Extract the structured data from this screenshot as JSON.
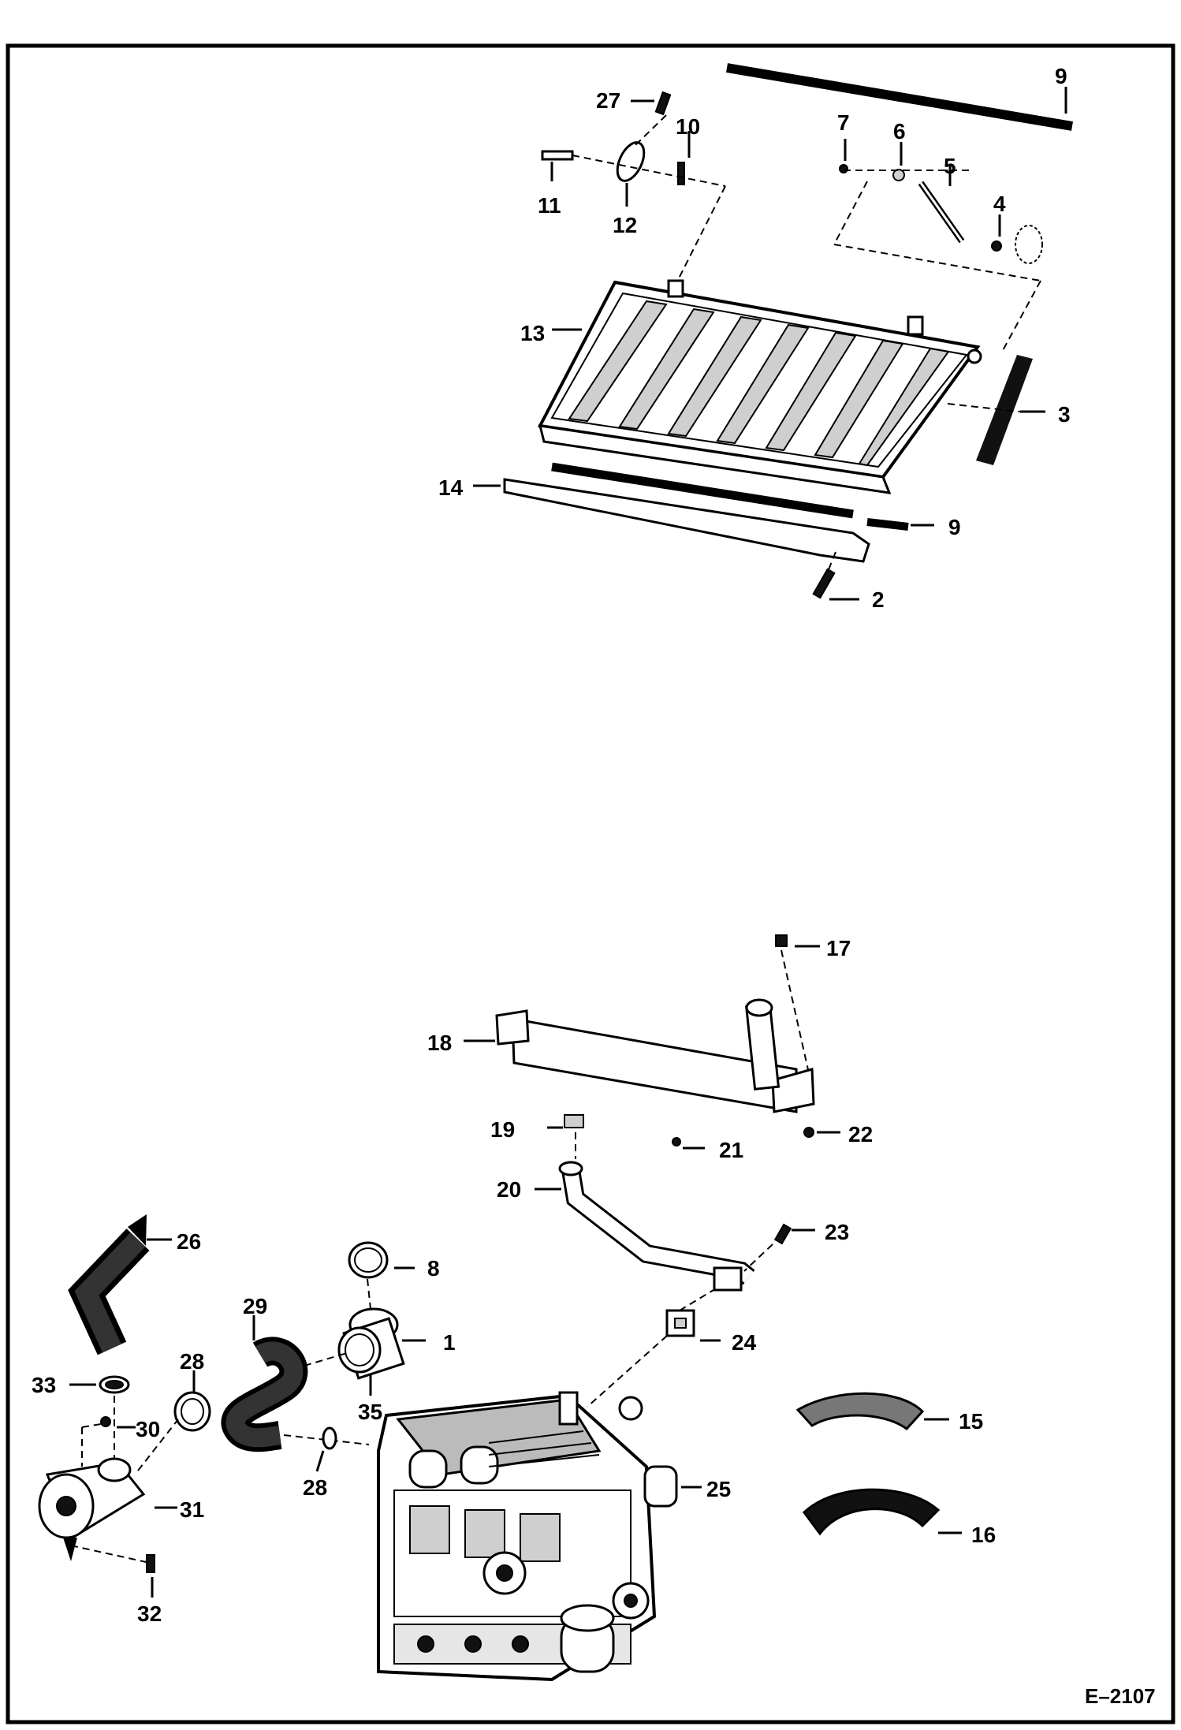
{
  "figure_code": "E–2107",
  "callouts": [
    {
      "id": "c1",
      "text": "1"
    },
    {
      "id": "c2",
      "text": "2"
    },
    {
      "id": "c3",
      "text": "3"
    },
    {
      "id": "c4",
      "text": "4"
    },
    {
      "id": "c5",
      "text": "5"
    },
    {
      "id": "c6",
      "text": "6"
    },
    {
      "id": "c7",
      "text": "7"
    },
    {
      "id": "c8",
      "text": "8"
    },
    {
      "id": "c9a",
      "text": "9"
    },
    {
      "id": "c9b",
      "text": "9"
    },
    {
      "id": "c10",
      "text": "10"
    },
    {
      "id": "c11",
      "text": "11"
    },
    {
      "id": "c12",
      "text": "12"
    },
    {
      "id": "c13",
      "text": "13"
    },
    {
      "id": "c14",
      "text": "14"
    },
    {
      "id": "c15",
      "text": "15"
    },
    {
      "id": "c16",
      "text": "16"
    },
    {
      "id": "c17",
      "text": "17"
    },
    {
      "id": "c18",
      "text": "18"
    },
    {
      "id": "c19",
      "text": "19"
    },
    {
      "id": "c20",
      "text": "20"
    },
    {
      "id": "c21",
      "text": "21"
    },
    {
      "id": "c22",
      "text": "22"
    },
    {
      "id": "c23",
      "text": "23"
    },
    {
      "id": "c24",
      "text": "24"
    },
    {
      "id": "c25",
      "text": "25"
    },
    {
      "id": "c26",
      "text": "26"
    },
    {
      "id": "c27",
      "text": "27"
    },
    {
      "id": "c28a",
      "text": "28"
    },
    {
      "id": "c28b",
      "text": "28"
    },
    {
      "id": "c29",
      "text": "29"
    },
    {
      "id": "c30",
      "text": "30"
    },
    {
      "id": "c31",
      "text": "31"
    },
    {
      "id": "c32",
      "text": "32"
    },
    {
      "id": "c33",
      "text": "33"
    },
    {
      "id": "c35",
      "text": "35"
    }
  ]
}
